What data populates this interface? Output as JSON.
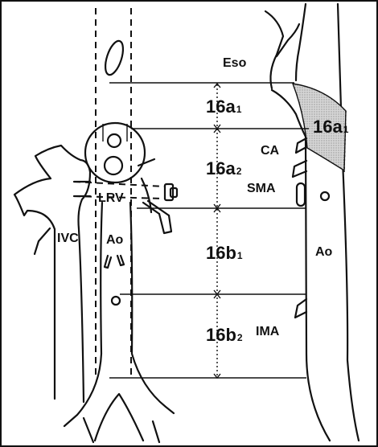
{
  "labels": {
    "eso": "Eso",
    "ca": "CA",
    "sma": "SMA",
    "ima": "IMA",
    "ivc": "IVC",
    "ao_left": "Ao",
    "ao_right": "Ao",
    "lrv": "LRV"
  },
  "stations": {
    "s16a1": {
      "main": "16a",
      "sub": "1"
    },
    "s16a2": {
      "main": "16a",
      "sub": "2"
    },
    "s16b1": {
      "main": "16b",
      "sub": "1"
    },
    "s16b2": {
      "main": "16b",
      "sub": "2"
    },
    "s16a1_right": {
      "main": "16a",
      "sub": "1"
    }
  },
  "colors": {
    "line": "#111111",
    "shade": "#bdbdbd",
    "background": "#ffffff"
  }
}
